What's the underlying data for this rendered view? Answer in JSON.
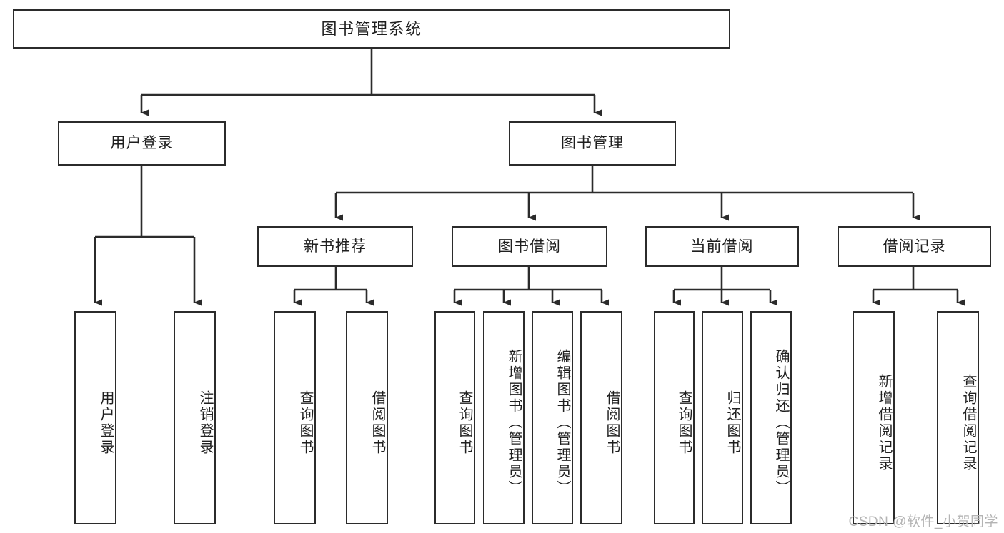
{
  "diagram": {
    "title": "图书管理系统",
    "type": "tree",
    "root": {
      "label": "图书管理系统"
    },
    "level2": [
      {
        "label": "用户登录"
      },
      {
        "label": "图书管理"
      }
    ],
    "level3": [
      {
        "label": "新书推荐"
      },
      {
        "label": "图书借阅"
      },
      {
        "label": "当前借阅"
      },
      {
        "label": "借阅记录"
      }
    ],
    "leaves": {
      "user_login": [
        {
          "label": "用户登录"
        },
        {
          "label": "注销登录"
        }
      ],
      "new_book_recommend": [
        {
          "label": "查询图书"
        },
        {
          "label": "借阅图书"
        }
      ],
      "book_borrow": [
        {
          "label": "查询图书"
        },
        {
          "label": "新增图书（管理员）"
        },
        {
          "label": "编辑图书（管理员）"
        },
        {
          "label": "借阅图书"
        }
      ],
      "current_borrow": [
        {
          "label": "查询图书"
        },
        {
          "label": "归还图书"
        },
        {
          "label": "确认归还（管理员）"
        }
      ],
      "borrow_record": [
        {
          "label": "新增借阅记录"
        },
        {
          "label": "查询借阅记录"
        }
      ]
    }
  },
  "watermark": {
    "text": "CSDN @软件_小贺同学"
  },
  "colors": {
    "border": "#2b2b2b",
    "background": "#ffffff",
    "text": "#1f1f1f",
    "watermark": "#b4b4b4"
  }
}
